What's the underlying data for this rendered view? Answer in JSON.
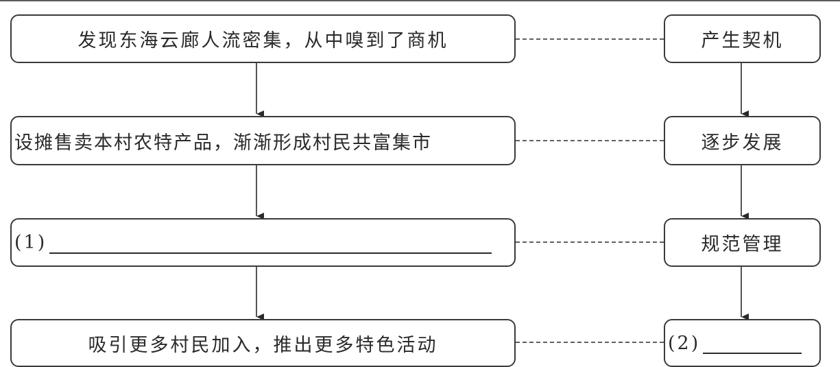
{
  "diagram": {
    "left_column": [
      {
        "text": "发现东海云廊人流密集，从中嗅到了商机"
      },
      {
        "text": "设摊售卖本村农特产品，渐渐形成村民共富集市"
      },
      {
        "prefix": "(1)",
        "blank": ""
      },
      {
        "text": "吸引更多村民加入，推出更多特色活动"
      }
    ],
    "right_column": [
      {
        "text": "产生契机"
      },
      {
        "text": "逐步发展"
      },
      {
        "text": "规范管理"
      },
      {
        "prefix": "(2)",
        "blank": ""
      }
    ]
  }
}
